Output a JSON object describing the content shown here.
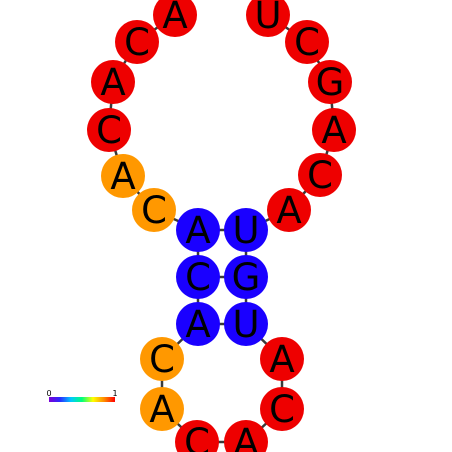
{
  "colors": {
    "low": "#ff9800",
    "high": "#ee0000",
    "paired": "#1a00ff",
    "backbone": "#3a3a3a"
  },
  "nucleotides": [
    {
      "letter": "A",
      "level": "high"
    },
    {
      "letter": "C",
      "level": "high"
    },
    {
      "letter": "A",
      "level": "high"
    },
    {
      "letter": "C",
      "level": "high"
    },
    {
      "letter": "A",
      "level": "low"
    },
    {
      "letter": "C",
      "level": "low"
    },
    {
      "letter": "A",
      "level": "paired"
    },
    {
      "letter": "C",
      "level": "paired"
    },
    {
      "letter": "A",
      "level": "paired"
    },
    {
      "letter": "C",
      "level": "low"
    },
    {
      "letter": "A",
      "level": "low"
    },
    {
      "letter": "C",
      "level": "high"
    },
    {
      "letter": "A",
      "level": "high"
    },
    {
      "letter": "C",
      "level": "high"
    },
    {
      "letter": "A",
      "level": "high"
    },
    {
      "letter": "U",
      "level": "paired"
    },
    {
      "letter": "G",
      "level": "paired"
    },
    {
      "letter": "U",
      "level": "paired"
    },
    {
      "letter": "A",
      "level": "high"
    },
    {
      "letter": "C",
      "level": "high"
    },
    {
      "letter": "A",
      "level": "high"
    },
    {
      "letter": "G",
      "level": "high"
    },
    {
      "letter": "C",
      "level": "high"
    },
    {
      "letter": "U",
      "level": "high"
    }
  ],
  "base_pairs": [
    [
      6,
      17
    ],
    [
      7,
      16
    ],
    [
      8,
      15
    ]
  ],
  "legend": {
    "min_label": "0",
    "max_label": "1",
    "gradient": [
      "#7b00d6",
      "#2a2aff",
      "#00c8ff",
      "#00ff7a",
      "#ffff00",
      "#ff8c00",
      "#ff0000"
    ]
  }
}
